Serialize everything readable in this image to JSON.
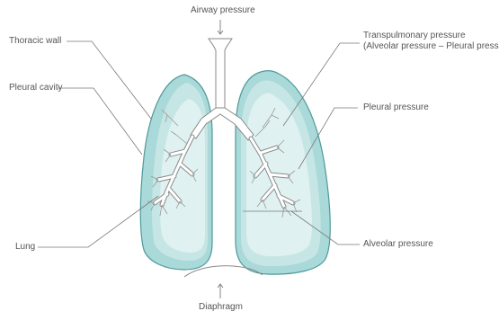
{
  "labels": {
    "airway_pressure": "Airway pressure",
    "thoracic_wall": "Thoracic wall",
    "pleural_cavity": "Pleural cavity",
    "lung": "Lung",
    "transpulmonary_line1": "Transpulmonary pressure",
    "transpulmonary_line2": "(Alveolar pressure – Pleural pressu",
    "pleural_pressure": "Pleural pressure",
    "alveolar_pressure": "Alveolar pressure",
    "diaphragm": "Diaphragm"
  },
  "colors": {
    "outer_lung": "#a9d9d8",
    "mid_lung": "#c6e6e5",
    "inner_lung": "#dff1f1",
    "outline": "#4f9a9a",
    "airway_fill": "#ffffff",
    "airway_stroke": "#8a8a8a",
    "leader_line": "#7a7a7a"
  }
}
